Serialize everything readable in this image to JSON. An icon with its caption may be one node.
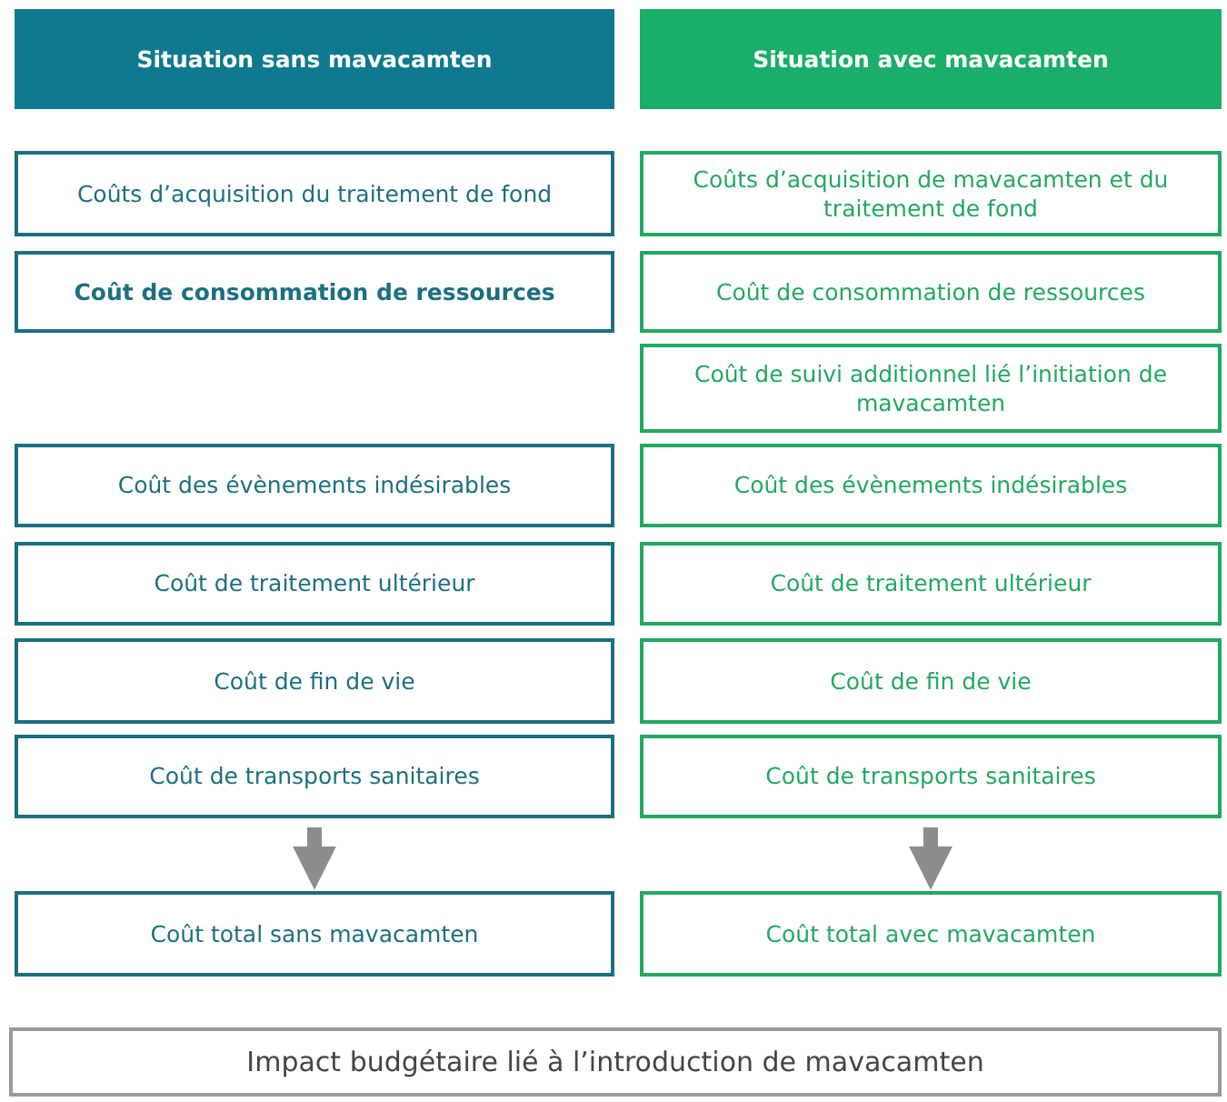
{
  "diagram": {
    "nodes": [
      {
        "text": [
          "Situation sans mavacamten"
        ]
      },
      {
        "text": [
          "Situation avec mavacamten"
        ]
      },
      {
        "text": [
          "Coûts d’acquisition du traitement de fond"
        ]
      },
      {
        "text": [
          "Coûts d’acquisition de mavacamten et du traitement de fond"
        ]
      },
      {
        "text": [
          "Coût de consommation de ressources"
        ]
      },
      {
        "text": [
          "Coût de consommation de ressources"
        ]
      },
      {
        "text": [
          "Coût de suivi additionnel lié l’initiation de mavacamten"
        ]
      },
      {
        "text": [
          "Coût des évènements indésirables"
        ]
      },
      {
        "text": [
          "Coût des évènements indésirables"
        ]
      },
      {
        "text": [
          "Coût de traitement ultérieur"
        ]
      },
      {
        "text": [
          "Coût de traitement ultérieur"
        ]
      },
      {
        "text": [
          "Coût de fin de vie"
        ]
      },
      {
        "text": [
          "Coût de fin de vie"
        ]
      },
      {
        "text": [
          "Coût de transports sanitaires"
        ]
      },
      {
        "text": [
          "Coût de transports sanitaires"
        ]
      },
      {
        "text": [
          "Coût total sans mavacamten"
        ]
      },
      {
        "text": [
          "Coût total avec mavacamten"
        ]
      },
      {
        "text": [
          "Impact budgétaire lié à l’introduction de mavacamten"
        ]
      }
    ],
    "edges": [
      {
        "from": 13,
        "to": 15,
        "arrow": "to"
      },
      {
        "from": 14,
        "to": 16,
        "arrow": "to"
      }
    ]
  }
}
